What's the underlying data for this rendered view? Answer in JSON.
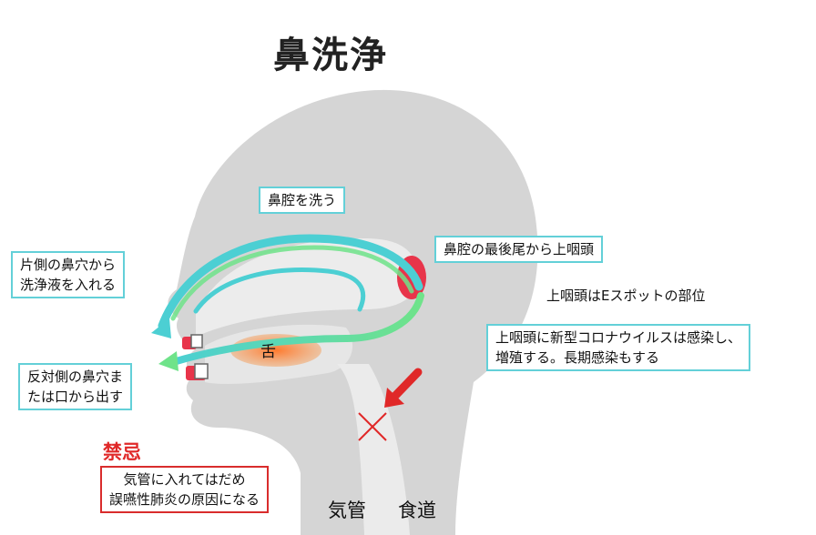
{
  "title": "鼻洗浄",
  "labels": {
    "wash_cavity": "鼻腔を洗う",
    "inject_line1": "片側の鼻穴から",
    "inject_line2": "洗浄液を入れる",
    "exit_line1": "反対側の鼻穴ま",
    "exit_line2": "たは口から出す",
    "posterior": "鼻腔の最後尾から上咽頭",
    "epipharynx_spot": "上咽頭はEスポットの部位",
    "corona_line1": "上咽頭に新型コロナウイルスは感染し、",
    "corona_line2": "増殖する。長期感染もする",
    "tongue": "舌",
    "forbidden": "禁忌",
    "warning_line1": "気管に入れてはだめ",
    "warning_line2": "誤嚥性肺炎の原因になる",
    "trachea": "気管",
    "esophagus": "食道"
  },
  "colors": {
    "head": "#d4d4d4",
    "flow_cyan": "#4ccfd3",
    "flow_green": "#5fe08a",
    "epipharynx": "#e8344a",
    "tongue": "#e8884a",
    "warning": "#e02828",
    "box_border": "#63d0d8"
  }
}
